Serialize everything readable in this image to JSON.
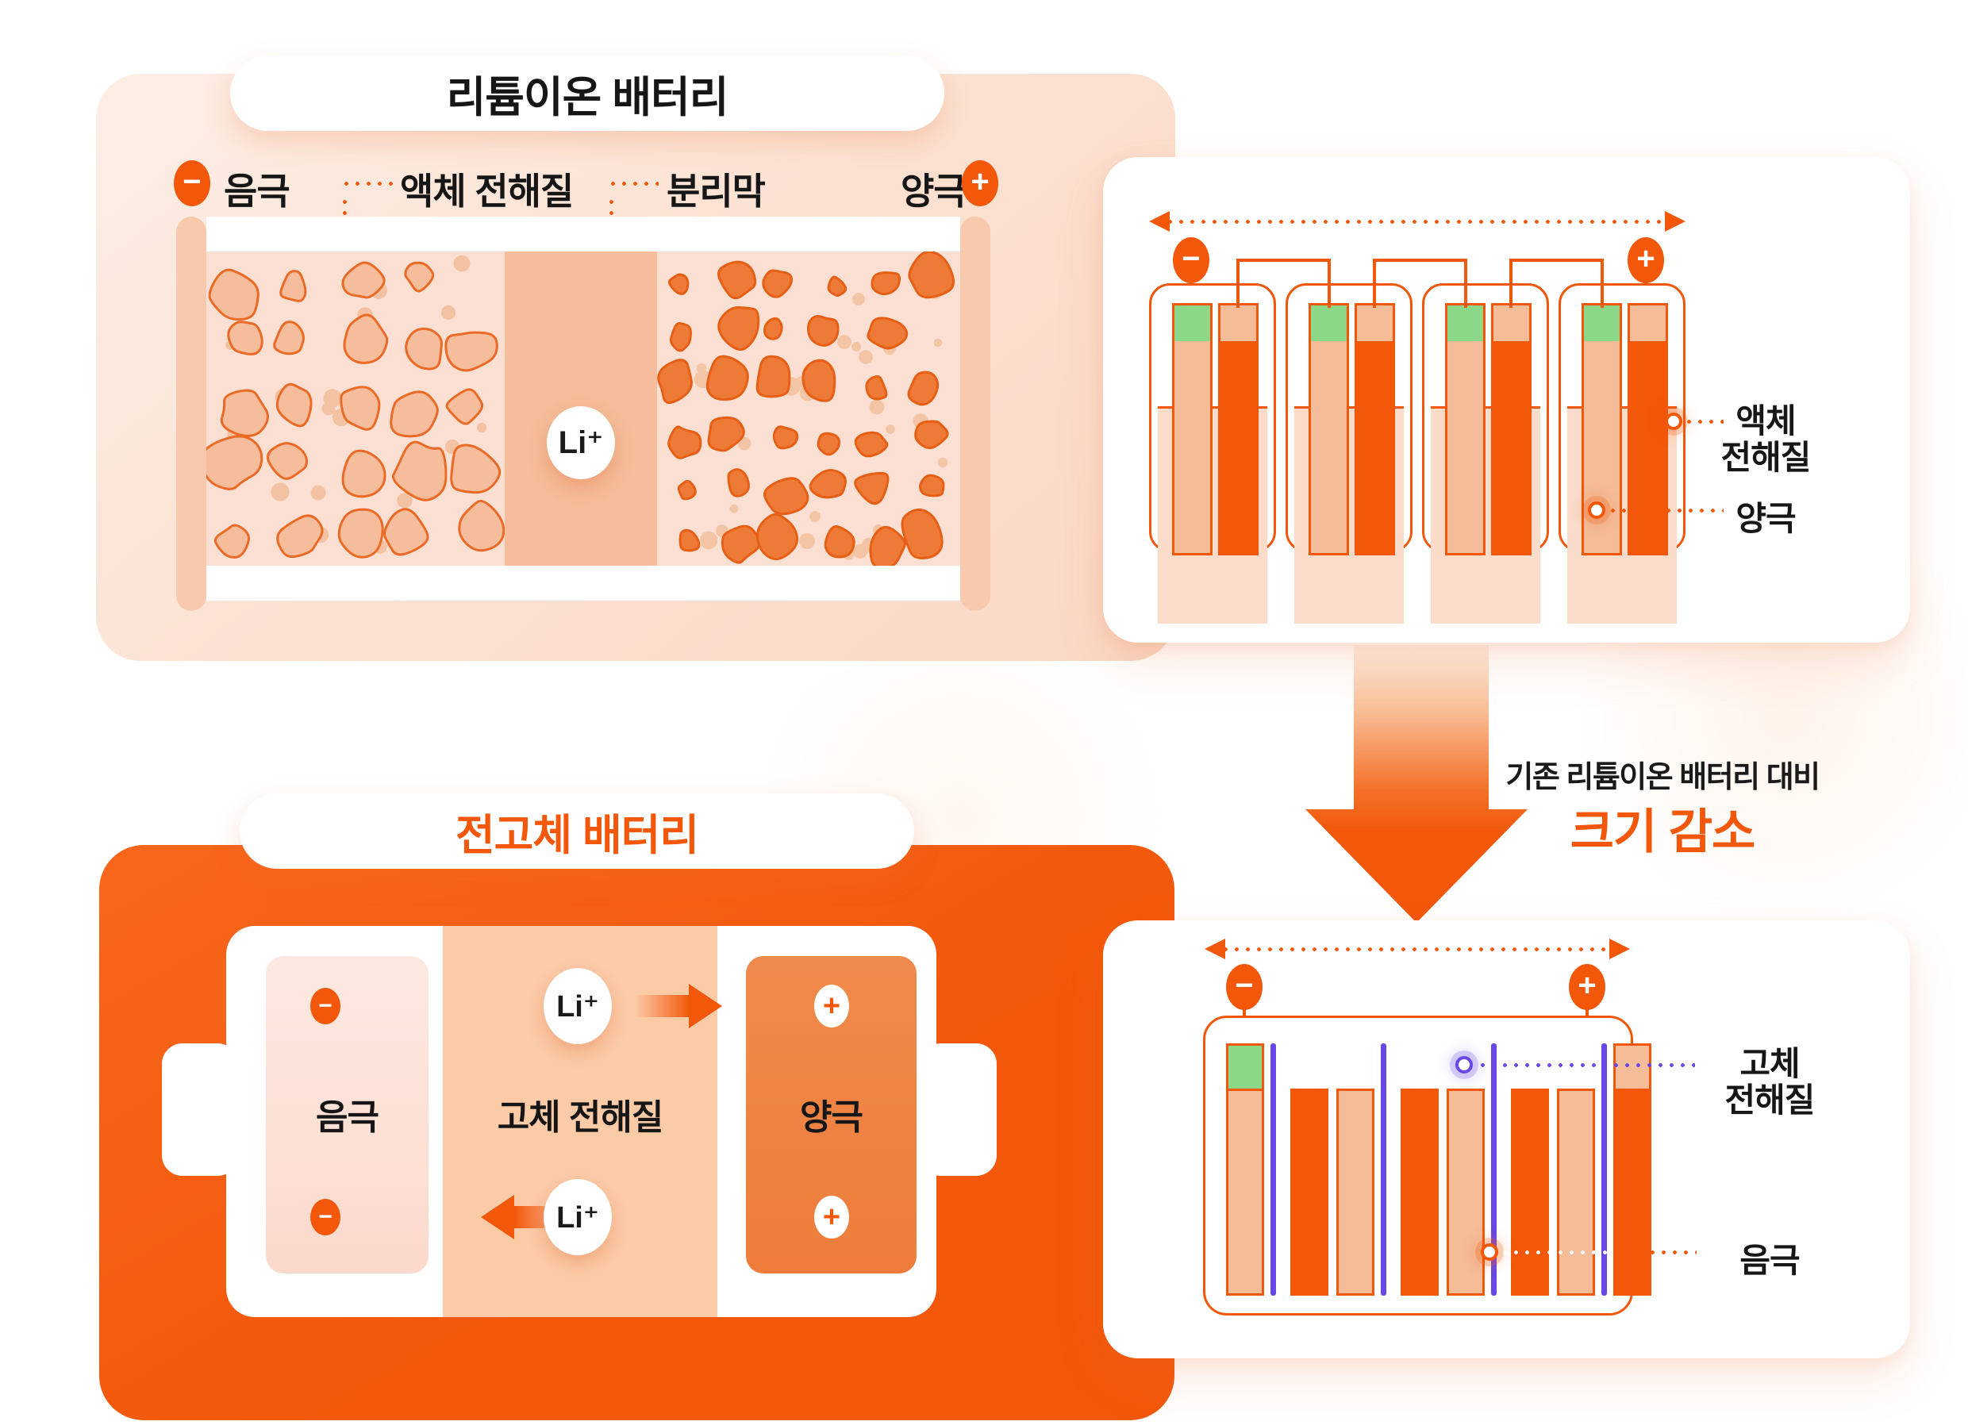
{
  "colors": {
    "primary_orange": "#f2570a",
    "mid_orange": "#ee7c3a",
    "peach_bar": "#f4bc99",
    "liquid_fill": "#fbdcca",
    "pink_panel": "#fbe0d0",
    "green_terminal": "#8cd788",
    "purple_electrolyte": "#6847e6"
  },
  "icons": {
    "minus": "−",
    "plus": "+"
  },
  "liion_panel": {
    "title": "리튬이온 배터리",
    "anode_label": "음극",
    "electrolyte_label": "액체 전해질",
    "separator_label": "분리막",
    "cathode_label": "양극",
    "li_ion": "Li⁺"
  },
  "liion_pack_panel": {
    "cell_count": 4,
    "electrolyte_line1": "액체",
    "electrolyte_line2": "전해질",
    "cathode_label": "양극"
  },
  "transition": {
    "line1": "기존 리튬이온 배터리 대비",
    "line2": "크기 감소"
  },
  "solid_panel": {
    "title": "전고체 배터리",
    "anode_label": "음극",
    "electrolyte_label": "고체 전해질",
    "cathode_label": "양극",
    "li_ion": "Li⁺"
  },
  "solid_pack_panel": {
    "electrolyte_line1": "고체",
    "electrolyte_line2": "전해질",
    "anode_label": "음극",
    "bar_pattern": [
      "anode_tall",
      "sep",
      "cathode",
      "anode",
      "sep",
      "cathode",
      "anode",
      "sep",
      "cathode",
      "anode",
      "sep",
      "cathode_tall"
    ]
  }
}
